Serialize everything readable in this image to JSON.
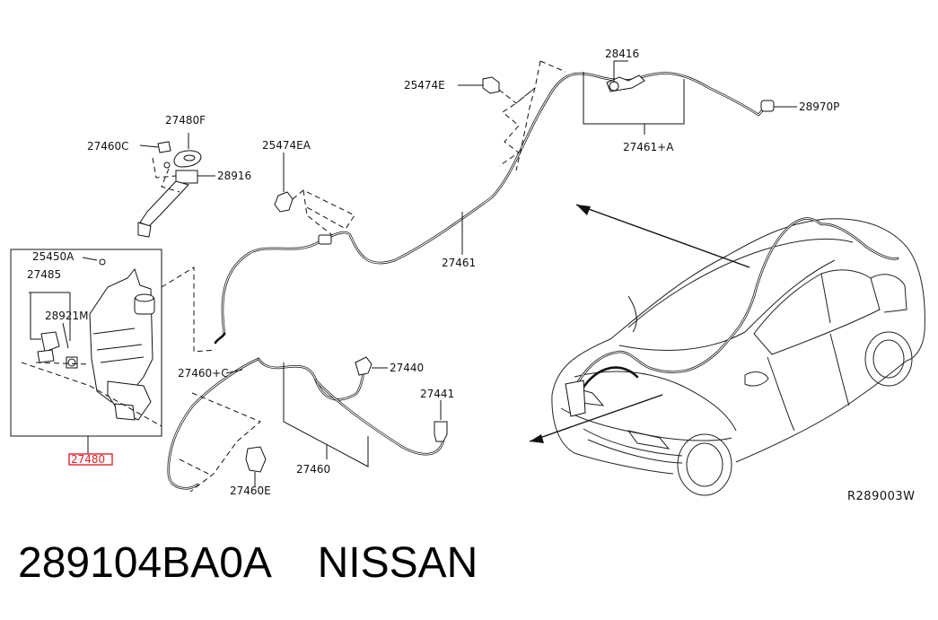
{
  "labels": {
    "l28416": "28416",
    "l25474E": "25474E",
    "l28970P": "28970P",
    "l27461A": "27461+A",
    "l27480F": "27480F",
    "l27460C": "27460C",
    "l28916": "28916",
    "l25474EA": "25474EA",
    "l25450A": "25450A",
    "l27485": "27485",
    "l28921M": "28921M",
    "l27461": "27461",
    "l27460C2": "27460+C",
    "l27440": "27440",
    "l27441": "27441",
    "l27460": "27460",
    "l27460E": "27460E",
    "l27480": "27480",
    "ref": "R289003W"
  },
  "caption": {
    "part_number": "289104BA0A",
    "brand": "NISSAN"
  },
  "colors": {
    "highlight": "#e0242a",
    "ink": "#111111"
  }
}
